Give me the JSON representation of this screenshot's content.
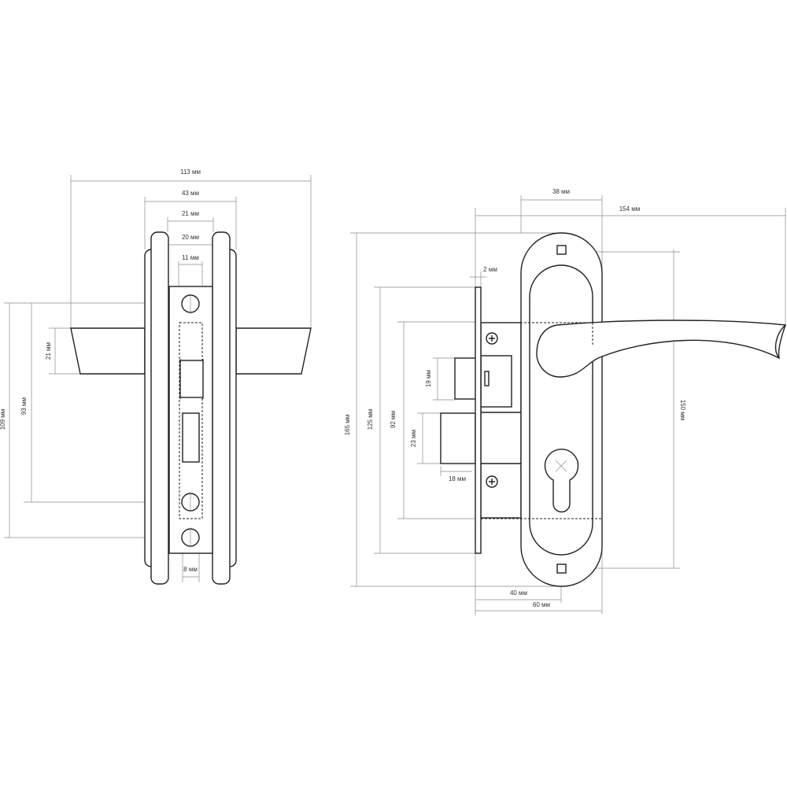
{
  "side_view": {
    "labels": {
      "width_overall": "113 мм",
      "width_plates": "43 мм",
      "gap_outer": "21 мм",
      "faceplate_width": "20 мм",
      "lock_body_width": "11 мм",
      "handle_height": "21 мм",
      "hole_spacing_93": "93 мм",
      "hole_spacing_109": "109 мм",
      "hole_diameter": "8 мм"
    }
  },
  "front_view": {
    "labels": {
      "escutcheon_width": "38 мм",
      "overall_length": "154 мм",
      "faceplate_thickness": "2 мм",
      "escutcheon_height": "165 мм",
      "faceplate_height": "125 мм",
      "body_height": "92 мм",
      "latch_height": "19 мм",
      "bolt_height": "23 мм",
      "bolt_throw": "18 мм",
      "screw_spacing": "150 мм",
      "backset": "40 мм",
      "depth": "60 мм"
    }
  }
}
